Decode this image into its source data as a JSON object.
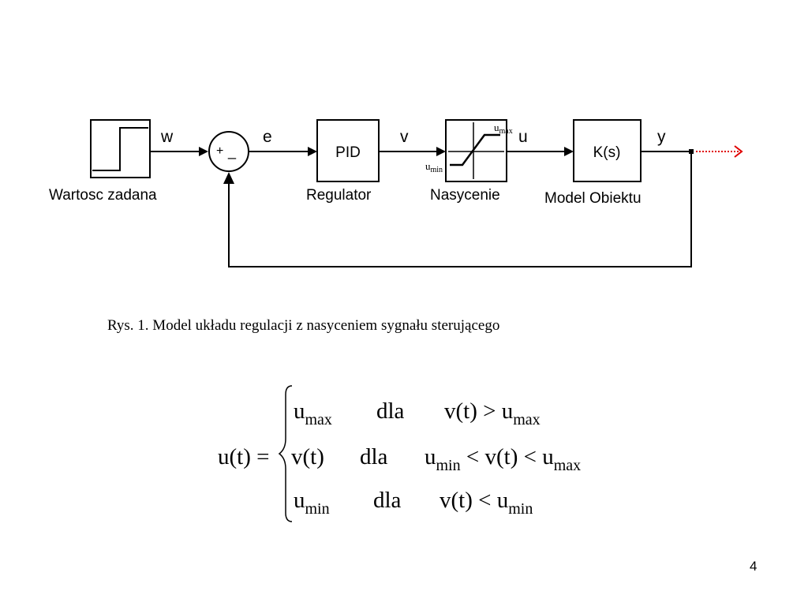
{
  "diagram": {
    "signals": {
      "w": "w",
      "e": "e",
      "v": "v",
      "u": "u",
      "y": "y"
    },
    "sum": {
      "plus": "+",
      "minus": "_"
    },
    "blocks": {
      "setpoint": {
        "label": "Wartosc zadana"
      },
      "pid": {
        "text": "PID",
        "label": "Regulator"
      },
      "saturation": {
        "label": "Nasycenie",
        "umax_base": "u",
        "umax_sub": "max",
        "umin_base": "u",
        "umin_sub": "min"
      },
      "plant": {
        "text": "K(s)",
        "label": "Model Obiektu"
      }
    },
    "colors": {
      "line": "#000000",
      "output_arrow": "#e00000",
      "block_border": "#000000"
    }
  },
  "caption": "Rys. 1. Model układu regulacji z nasyceniem sygnału sterującego",
  "formula": {
    "lhs": "u(t) =",
    "rows": [
      {
        "value_base": "u",
        "value_sub": "max",
        "word": "dla",
        "cond": "v(t) > u",
        "cond_sub": "max"
      },
      {
        "value_base": "v(t)",
        "value_sub": "",
        "word": "dla",
        "cond_pre_base": "u",
        "cond_pre_sub": "min",
        "cond": " < v(t) < u",
        "cond_sub": "max"
      },
      {
        "value_base": "u",
        "value_sub": "min",
        "word": "dla",
        "cond": "v(t) < u",
        "cond_sub": "min"
      }
    ]
  },
  "page_number": "4"
}
